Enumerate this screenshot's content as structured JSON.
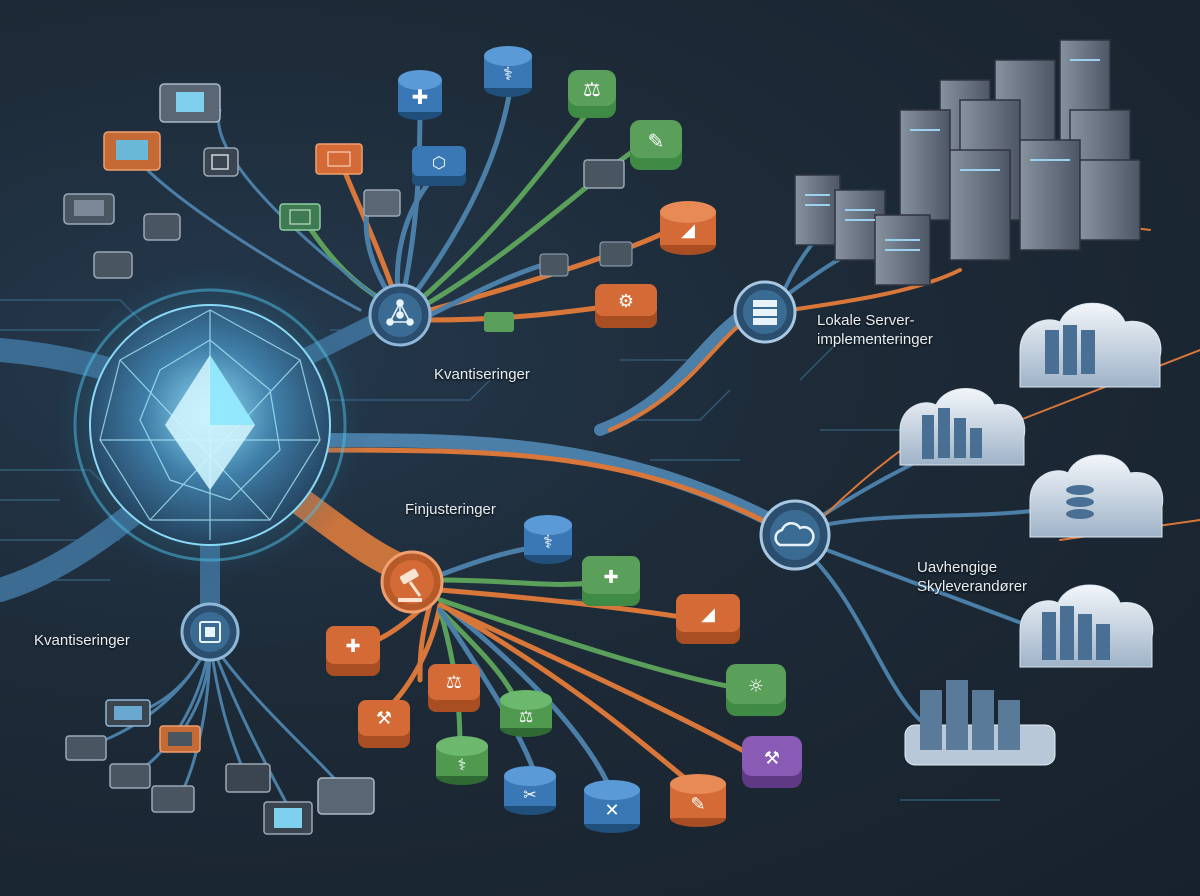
{
  "labels": {
    "kvantiseringer_top": "Kvantiseringer",
    "kvantiseringer_left": "Kvantiseringer",
    "finjusteringer": "Finjusteringer",
    "lokale_line1": "Lokale Server-",
    "lokale_line2": "implementeringer",
    "skyer_line1": "Uavhengige",
    "skyer_line2": "Skyleverandører"
  },
  "colors": {
    "background": "#1c2733",
    "pipe_blue": "#4b7fa8",
    "pipe_orange": "#d9773a",
    "pipe_green": "#5aa05a",
    "core_glow": "#7fe6ff",
    "node_orange": "#d46a35",
    "node_green": "#4f9a4f",
    "node_blue": "#3a78b5",
    "node_purple": "#8a5bb5"
  },
  "icons": {
    "core": "ai-crystal-core-icon",
    "top_hub": "network-nodes-icon",
    "left_hub": "chip-icon",
    "finetune_hub": "gavel-icon",
    "server_hub": "server-icon",
    "cloud_hub": "cloud-icon"
  }
}
